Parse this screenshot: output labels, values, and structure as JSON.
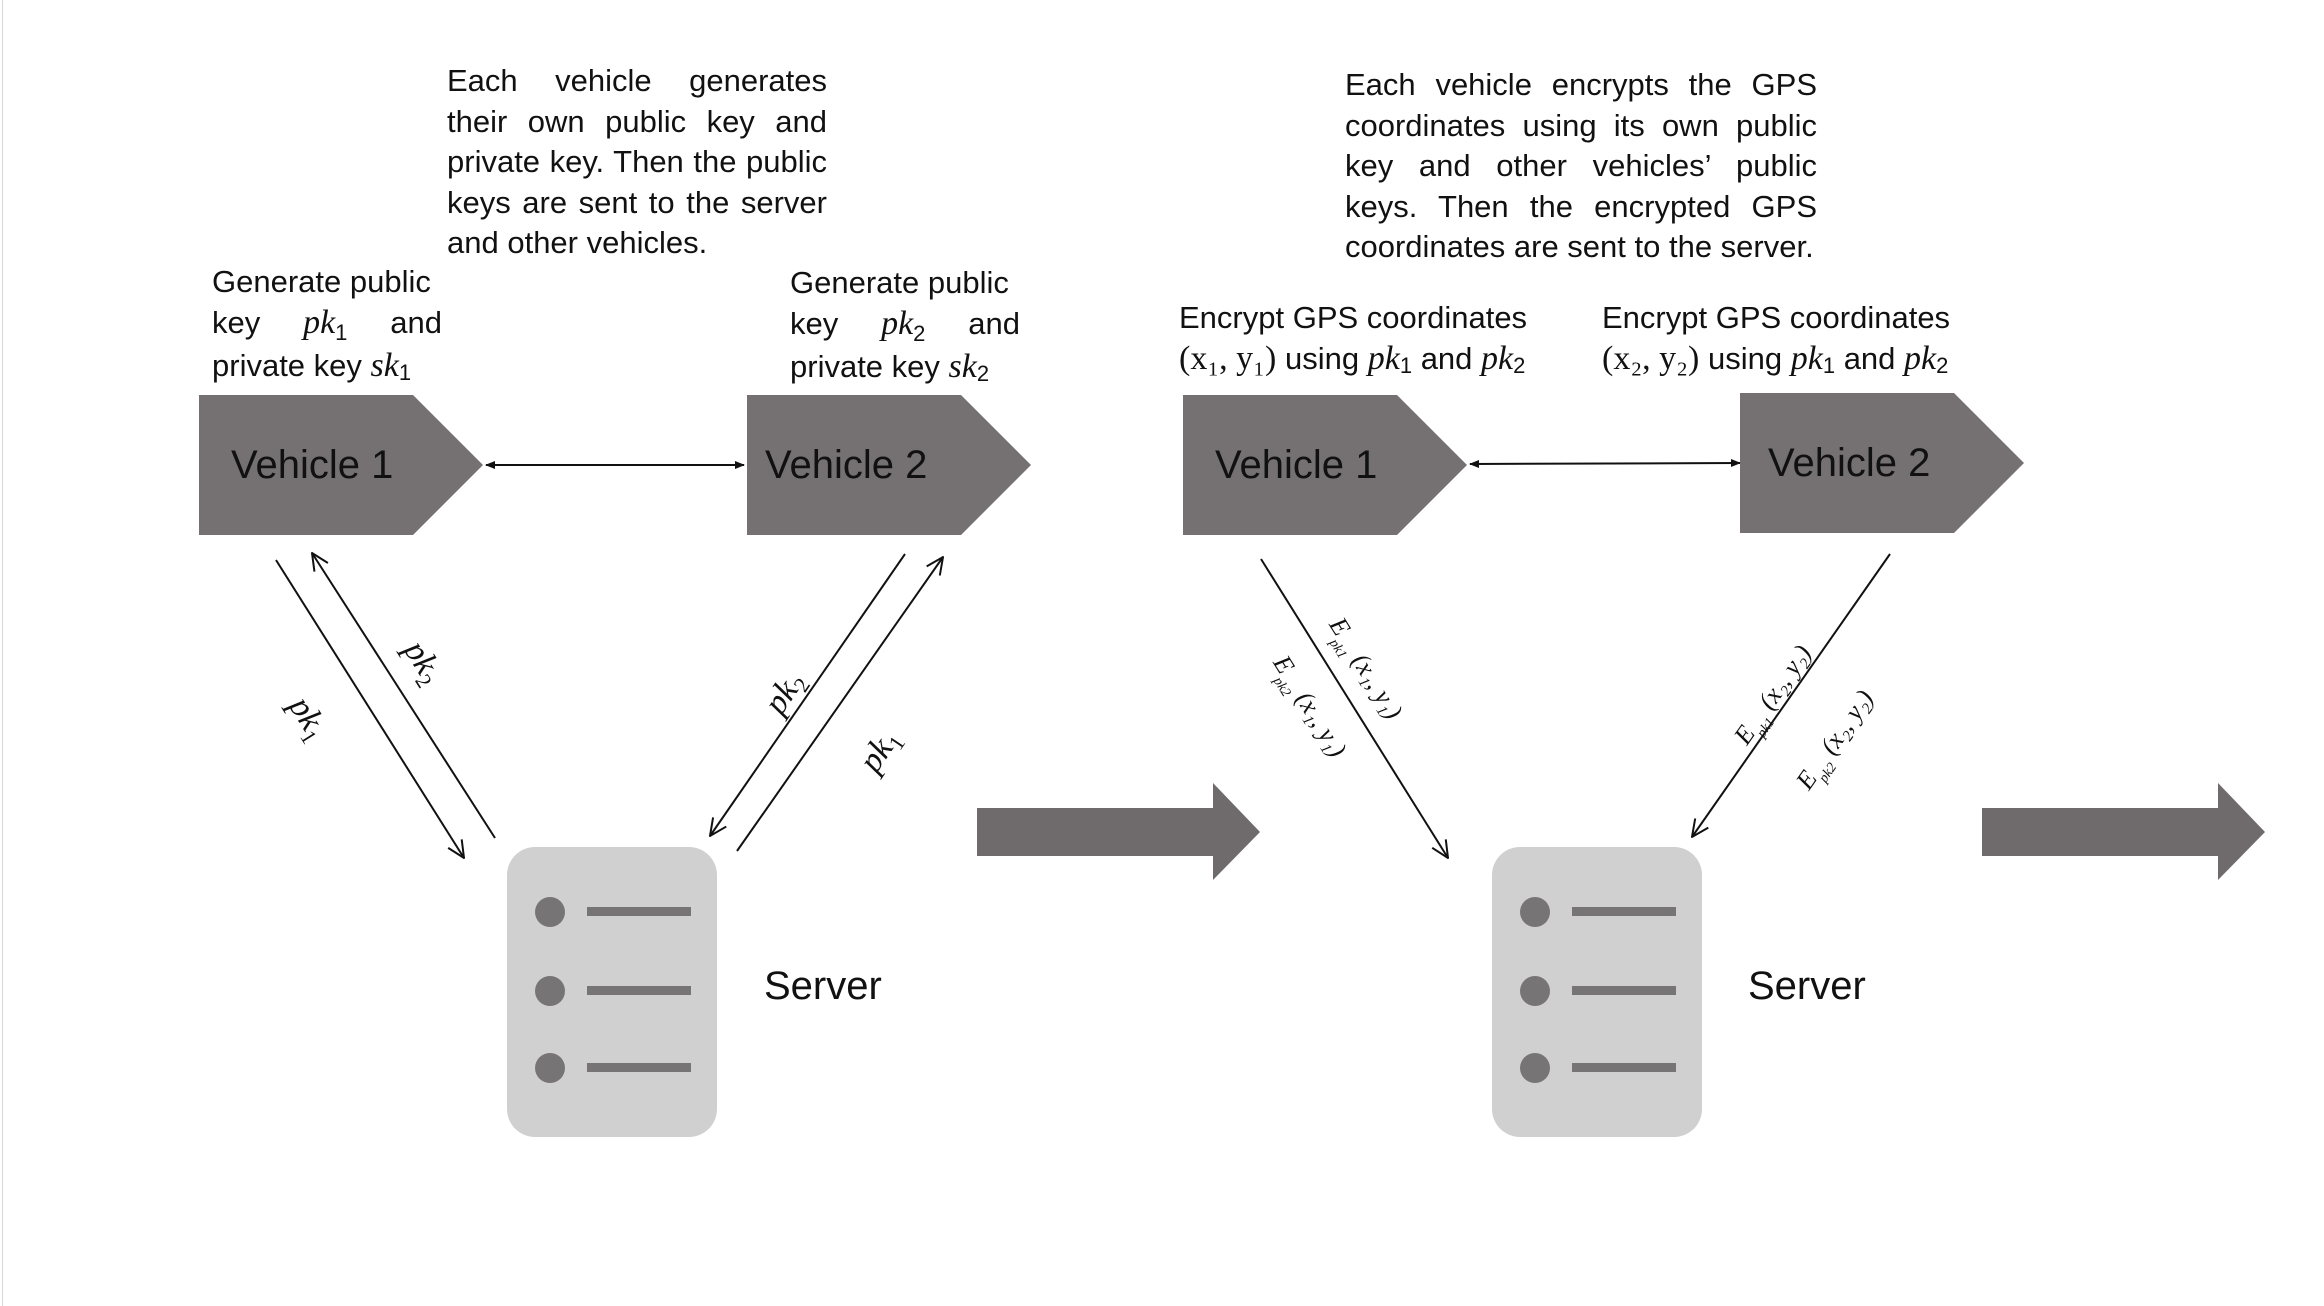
{
  "panel_left": {
    "description": "Each vehicle generates their own public key and private key. Then the public keys are sent to the server and other vehicles.",
    "vehicle1": {
      "label": "Vehicle 1",
      "caption_line1": "Generate public",
      "caption_line2_word1": "key",
      "caption_line2_var": "pk",
      "caption_line2_sub": "1",
      "caption_line2_word2": "and",
      "caption_line3_text": "private key",
      "caption_line3_var": "sk",
      "caption_line3_sub": "1"
    },
    "vehicle2": {
      "label": "Vehicle 2",
      "caption_line1": "Generate public",
      "caption_line2_word1": "key",
      "caption_line2_var": "pk",
      "caption_line2_sub": "2",
      "caption_line2_word2": "and",
      "caption_line3_text": "private key",
      "caption_line3_var": "sk",
      "caption_line3_sub": "2"
    },
    "server_label": "Server",
    "arrow_labels": {
      "v1_down": {
        "var": "pk",
        "sub": "1"
      },
      "v1_up": {
        "var": "pk",
        "sub": "2"
      },
      "v2_down": {
        "var": "pk",
        "sub": "2"
      },
      "v2_up": {
        "var": "pk",
        "sub": "1"
      }
    }
  },
  "panel_right": {
    "description": "Each vehicle encrypts the GPS coordinates using its own public key and other vehicles’ public keys. Then the encrypted GPS coordinates are sent to the server.",
    "vehicle1": {
      "label": "Vehicle 1",
      "caption_line1": "Encrypt GPS coordinates",
      "caption_coord": "(x₁, y₁)",
      "caption_using": "using",
      "caption_k1": "pk",
      "caption_k1_sub": "1",
      "caption_and": "and",
      "caption_k2": "pk",
      "caption_k2_sub": "2"
    },
    "vehicle2": {
      "label": "Vehicle 2",
      "caption_line1": "Encrypt GPS coordinates",
      "caption_coord": "(x₂, y₂)",
      "caption_using": "using",
      "caption_k1": "pk",
      "caption_k1_sub": "1",
      "caption_and": "and",
      "caption_k2": "pk",
      "caption_k2_sub": "2"
    },
    "server_label": "Server",
    "arrow_labels": {
      "v1_a": {
        "E": "E",
        "key": "pk",
        "key_sub": "1",
        "coord": "(x₁, y₁)"
      },
      "v1_b": {
        "E": "E",
        "key": "pk",
        "key_sub": "2",
        "coord": "(x₁, y₁)"
      },
      "v2_a": {
        "E": "E",
        "key": "pk",
        "key_sub": "1",
        "coord": "(x₂, y₂)"
      },
      "v2_b": {
        "E": "E",
        "key": "pk",
        "key_sub": "2",
        "coord": "(x₂, y₂)"
      }
    }
  },
  "colors": {
    "vehicle_fill": "#757172",
    "server_fill": "#d1d0d1",
    "server_marks": "#777475",
    "flow_arrow": "#6f6b6c",
    "line": "#111111"
  }
}
